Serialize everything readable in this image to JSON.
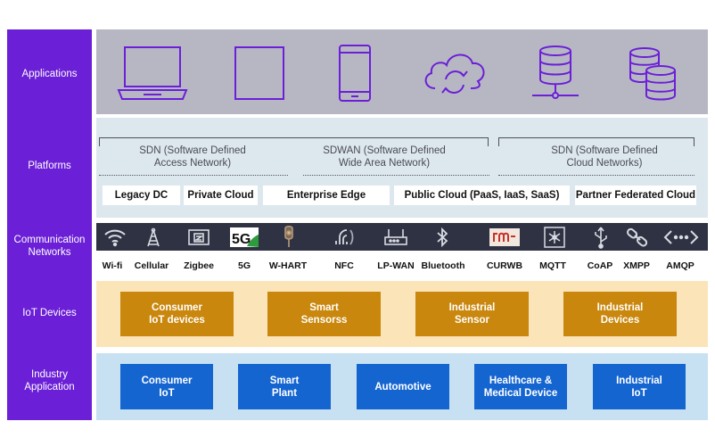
{
  "layers": {
    "applications": "Applications",
    "platforms": "Platforms",
    "communication": "Communication\nNetworks",
    "iot": "IoT Devices",
    "industry": "Industry\nApplication"
  },
  "applications": {
    "icons": [
      "laptop-icon",
      "tablet-icon",
      "smartphone-icon",
      "cloud-sync-icon",
      "server-network-icon",
      "database-icon"
    ],
    "icon_color": "#6b1fd6"
  },
  "platforms": {
    "groups": [
      "SDN (Software Defined\nAccess Network)",
      "SDWAN (Software Defined\nWide Area Network)",
      "SDN (Software Defined\nCloud Networks)"
    ],
    "boxes": [
      "Legacy DC",
      "Private Cloud",
      "Enterprise Edge",
      "Public Cloud (PaaS, IaaS, SaaS)",
      "Partner Federated Cloud"
    ]
  },
  "communication": {
    "labels": [
      "Wi-fi",
      "Cellular",
      "Zigbee",
      "5G",
      "W-HART",
      "NFC",
      "LP-WAN",
      "Bluetooth",
      "CURWB",
      "MQTT",
      "CoAP",
      "XMPP",
      "AMQP"
    ],
    "icons": [
      "wifi-icon",
      "cell-tower-icon",
      "zigbee-icon",
      "5g-icon",
      "whart-icon",
      "nfc-icon",
      "router-icon",
      "bluetooth-icon",
      "curwb-icon",
      "mqtt-icon",
      "usb-icon",
      "link-icon",
      "code-arrows-icon"
    ],
    "badge_5g": "5G"
  },
  "iot_devices": [
    "Consumer\nIoT devices",
    "Smart\nSensorss",
    "Industrial\nSensor",
    "Industrial\nDevices"
  ],
  "industry_applications": [
    "Consumer\nIoT",
    "Smart\nPlant",
    "Automotive",
    "Healthcare &\nMedical Device",
    "Industrial\nIoT"
  ],
  "colors": {
    "sidebar": "#6b1fd6",
    "iot_box": "#c9870d",
    "industry_box": "#1565d1"
  }
}
